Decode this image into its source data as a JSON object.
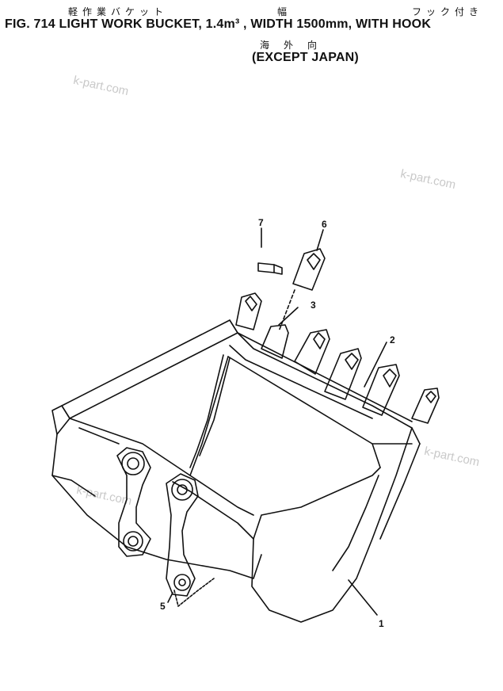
{
  "header": {
    "jp_name": "軽作業バケット",
    "jp_width": "幅",
    "jp_hook": "フック付き",
    "fig_line": "FIG. 714  LIGHT WORK BUCKET, 1.4m³ , WIDTH 1500mm, WITH HOOK",
    "jp_region": "海外向",
    "region": "(EXCEPT JAPAN)"
  },
  "watermarks": [
    "k-part.com",
    "k-part.com",
    "k-part.com",
    "k-part.com"
  ],
  "callouts": [
    "7",
    "6",
    "3",
    "2",
    "5",
    "1"
  ]
}
